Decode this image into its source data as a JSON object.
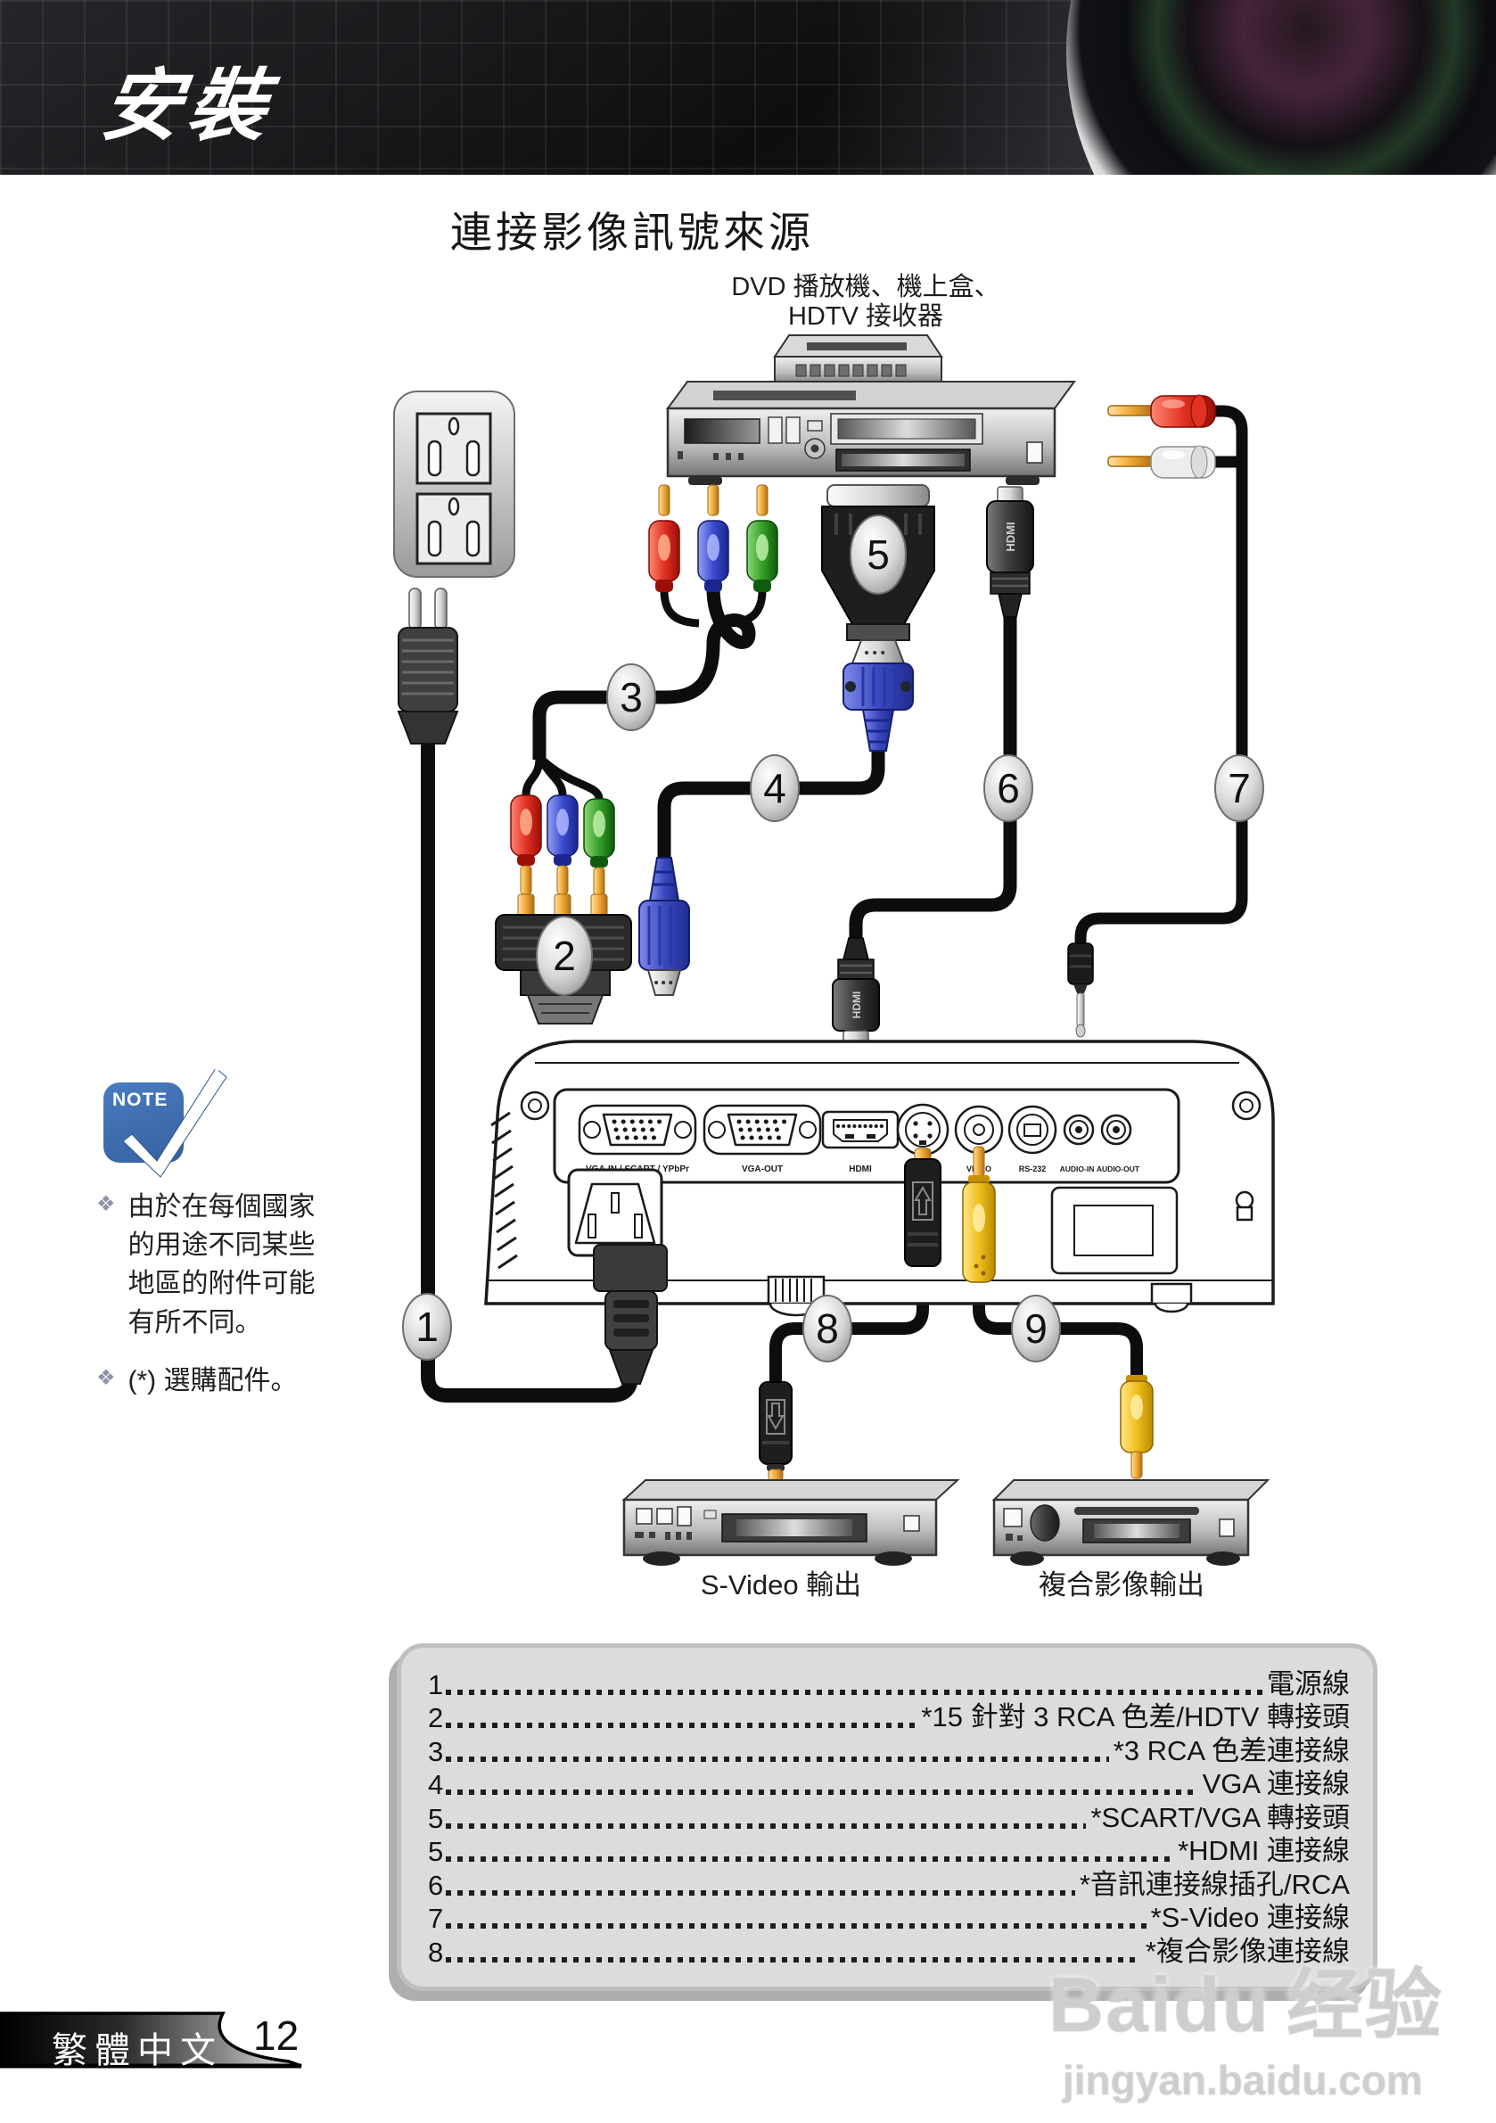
{
  "header": {
    "title": "安裝"
  },
  "main": {
    "section_title": "連接影像訊號來源",
    "source_device_line1": "DVD 播放機、機上盒、",
    "source_device_line2": "HDTV 接收器"
  },
  "note": {
    "icon_label": "NOTE",
    "bullet_icon": "❖",
    "bullet1": "由於在每個國家的用途不同某些地區的附件可能有所不同。",
    "bullet2": "(*) 選購配件。"
  },
  "diagram": {
    "callouts": [
      "1",
      "2",
      "3",
      "4",
      "5",
      "6",
      "7",
      "8",
      "9"
    ],
    "ports": [
      "VGA-IN / SCART / YPbPr",
      "VGA-OUT",
      "HDMI",
      "S-VIDEO",
      "VIDEO",
      "RS-232",
      "AUDIO-IN",
      "AUDIO-OUT"
    ],
    "hdmi_connector_text": "HDMI",
    "svideo_out_label": "S-Video 輸出",
    "composite_out_label": "複合影像輸出",
    "colors": {
      "component_red": "#d42a1e",
      "component_blue": "#2f3fb4",
      "component_green": "#2e8f2a",
      "composite_yellow": "#e6b400",
      "audio_red": "#d42a1e",
      "audio_white": "#e8e8e8",
      "vga_blue": "#3a49c0",
      "note_blue": "#3e6db3"
    }
  },
  "legend": {
    "items": [
      {
        "num": "1",
        "label": "電源線"
      },
      {
        "num": "2",
        "label": "*15 針對 3 RCA 色差/HDTV 轉接頭"
      },
      {
        "num": "3",
        "label": "*3 RCA 色差連接線"
      },
      {
        "num": "4",
        "label": "VGA 連接線"
      },
      {
        "num": "5",
        "label": "*SCART/VGA 轉接頭"
      },
      {
        "num": "5",
        "label": "*HDMI 連接線"
      },
      {
        "num": "6",
        "label": "*音訊連接線插孔/RCA"
      },
      {
        "num": "7",
        "label": "*S-Video 連接線"
      },
      {
        "num": "8",
        "label": "*複合影像連接線"
      }
    ]
  },
  "footer": {
    "language": "繁體中文",
    "page_number": "12"
  },
  "watermark": {
    "brand": "Baidu",
    "brand_cn": "经验",
    "url": "jingyan.baidu.com"
  }
}
